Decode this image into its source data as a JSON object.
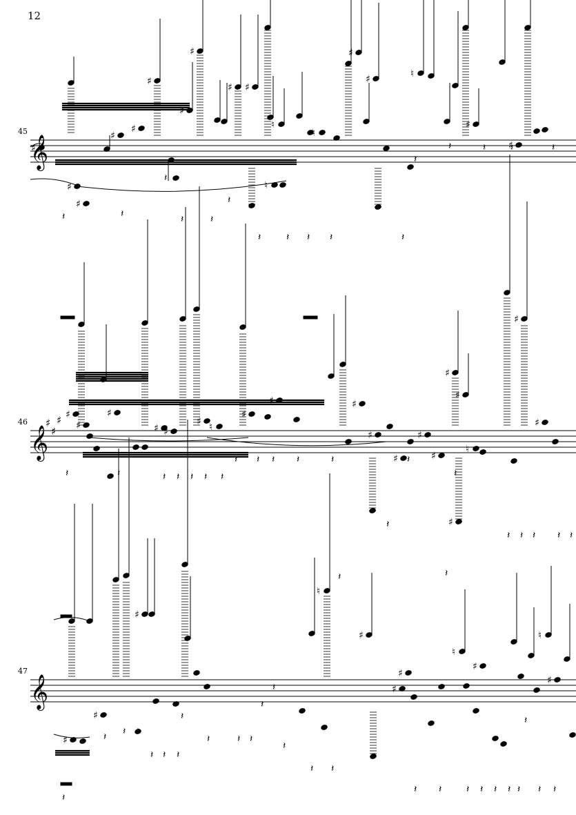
{
  "page": {
    "number": "12"
  },
  "systems": [
    {
      "measure": "45",
      "clef": "treble"
    },
    {
      "measure": "46",
      "clef": "treble",
      "key_signature": "A major (3 sharps)"
    },
    {
      "measure": "47",
      "clef": "treble"
    }
  ],
  "glyphs": {
    "treble_clef": "𝄞",
    "sharp": "♯",
    "natural": "♮",
    "rest_quarter": "𝄽",
    "rest_eighth": "𝄾"
  }
}
